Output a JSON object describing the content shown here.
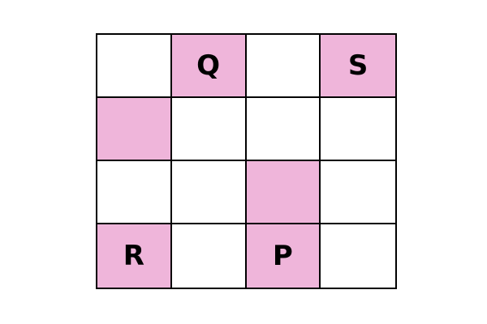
{
  "board": {
    "shade_color": "#efb5da",
    "rows": [
      [
        {
          "label": "",
          "shaded": false
        },
        {
          "label": "Q",
          "shaded": true
        },
        {
          "label": "",
          "shaded": false
        },
        {
          "label": "S",
          "shaded": true
        }
      ],
      [
        {
          "label": "",
          "shaded": true
        },
        {
          "label": "",
          "shaded": false
        },
        {
          "label": "",
          "shaded": false
        },
        {
          "label": "",
          "shaded": false
        }
      ],
      [
        {
          "label": "",
          "shaded": false
        },
        {
          "label": "",
          "shaded": false
        },
        {
          "label": "",
          "shaded": true
        },
        {
          "label": "",
          "shaded": false
        }
      ],
      [
        {
          "label": "R",
          "shaded": true
        },
        {
          "label": "",
          "shaded": false
        },
        {
          "label": "P",
          "shaded": true
        },
        {
          "label": "",
          "shaded": false
        }
      ]
    ]
  }
}
